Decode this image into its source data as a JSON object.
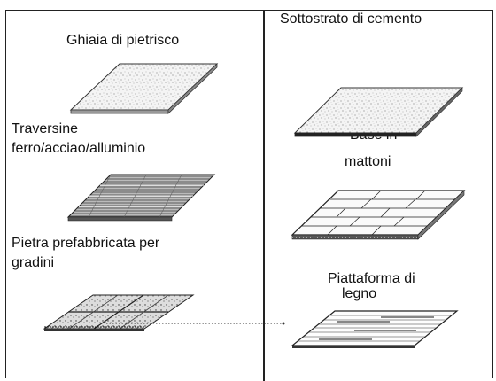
{
  "left_column": {
    "labels": {
      "gravel": "Ghiaia di pietrisco",
      "sleepers_1": "Traversine",
      "sleepers_2": "ferro/acciao/alluminio",
      "stone_1": "Pietra prefabbricata per",
      "stone_2": "gradini"
    }
  },
  "right_column": {
    "labels": {
      "cement": "Sottostrato di cemento",
      "brick_1": "Base in",
      "brick_2": "mattoni",
      "wood_1": "Piattaforma di",
      "wood_2": "legno"
    }
  }
}
